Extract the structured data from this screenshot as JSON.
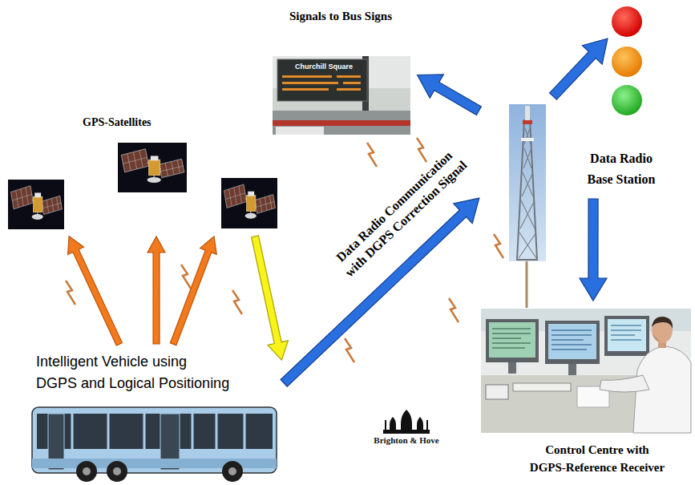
{
  "diagram": {
    "nodes": [
      {
        "text": [
          "Signals to Bus Signs",
          "Churchill Square"
        ]
      },
      {
        "text": [
          "GPS-Satellites"
        ]
      },
      {
        "text": [
          "Data Radio Base Station"
        ]
      },
      {
        "text": [
          "Intelligent Vehicle using DGPS and Logical Positioning"
        ]
      },
      {
        "text": [
          "Control Centre with DGPS-Reference Receiver"
        ]
      }
    ],
    "edges": [
      {
        "from": 3,
        "to": 1,
        "arrow": "to"
      },
      {
        "from": 3,
        "to": 1,
        "arrow": "to"
      },
      {
        "from": 3,
        "to": 1,
        "arrow": "to"
      },
      {
        "from": 1,
        "to": 3,
        "arrow": "to"
      },
      {
        "from": 3,
        "to": 2,
        "arrow": "to",
        "label": "Data Radio Communication with DGPS Correction Signal"
      },
      {
        "from": 2,
        "to": 0,
        "arrow": "to"
      },
      {
        "from": 2,
        "to": 4,
        "arrow": "to"
      }
    ],
    "labels": [
      "Brighton & Hove"
    ]
  }
}
